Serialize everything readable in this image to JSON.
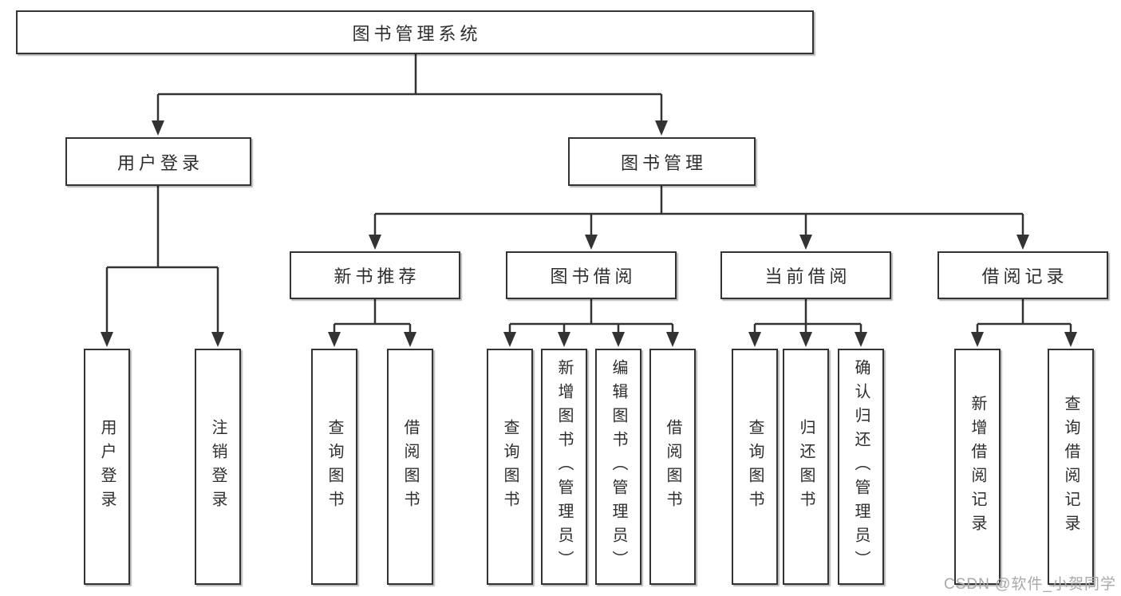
{
  "tree": {
    "root": {
      "label": "图书管理系统"
    },
    "branches": [
      {
        "label": "用户登录",
        "leaves": [
          {
            "label": "用户登录"
          },
          {
            "label": "注销登录"
          }
        ]
      },
      {
        "label": "图书管理",
        "sections": [
          {
            "label": "新书推荐",
            "leaves": [
              {
                "label": "查询图书"
              },
              {
                "label": "借阅图书"
              }
            ]
          },
          {
            "label": "图书借阅",
            "leaves": [
              {
                "label": "查询图书"
              },
              {
                "label": "新增图书（管理员）"
              },
              {
                "label": "编辑图书（管理员）"
              },
              {
                "label": "借阅图书"
              }
            ]
          },
          {
            "label": "当前借阅",
            "leaves": [
              {
                "label": "查询图书"
              },
              {
                "label": "归还图书"
              },
              {
                "label": "确认归还（管理员）"
              }
            ]
          },
          {
            "label": "借阅记录",
            "leaves": [
              {
                "label": "新增借阅记录"
              },
              {
                "label": "查询借阅记录"
              }
            ]
          }
        ]
      }
    ]
  },
  "watermark": {
    "text": "CSDN @软件_小贺同学"
  },
  "colors": {
    "line": "#333333",
    "box_border": "#333333",
    "text": "#2e2e2e",
    "watermark": "#a9a9a9",
    "background": "#ffffff"
  }
}
